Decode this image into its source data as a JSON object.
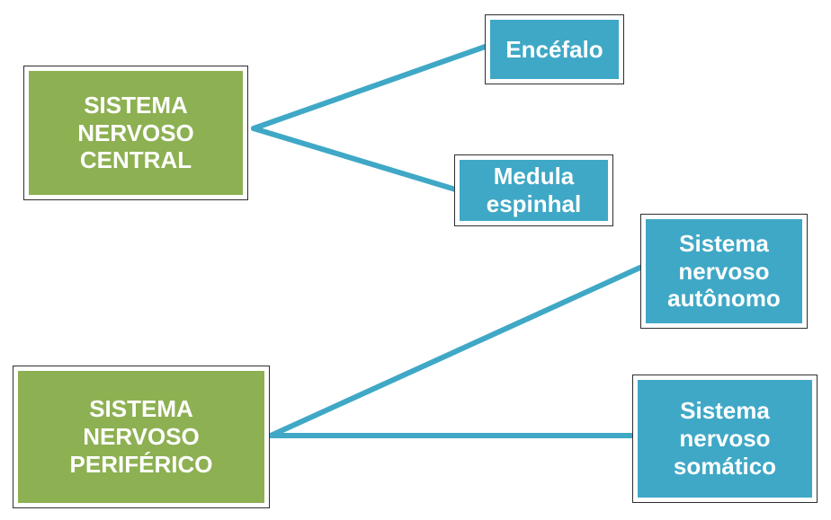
{
  "colors": {
    "central_box": "#8db052",
    "peripheral_box": "#8db052",
    "subdivision_box": "#3fa8c6",
    "connector": "#3fa8c6",
    "frame_border": "#2e2e2e"
  },
  "nodes": {
    "snc": {
      "label": "SISTEMA\nNERVOSO\nCENTRAL"
    },
    "snp": {
      "label": "SISTEMA\nNERVOSO\nPERIFÉRICO"
    },
    "encefalo": {
      "label": "Encéfalo"
    },
    "medula": {
      "label": "Medula\nespinhal"
    },
    "autonomo": {
      "label": "Sistema\nnervoso\nautônomo"
    },
    "somatico": {
      "label": "Sistema\nnervoso\nsomático"
    }
  },
  "edges": [
    {
      "from": "snc",
      "to": "encefalo"
    },
    {
      "from": "snc",
      "to": "medula"
    },
    {
      "from": "snp",
      "to": "autonomo"
    },
    {
      "from": "snp",
      "to": "somatico"
    }
  ]
}
